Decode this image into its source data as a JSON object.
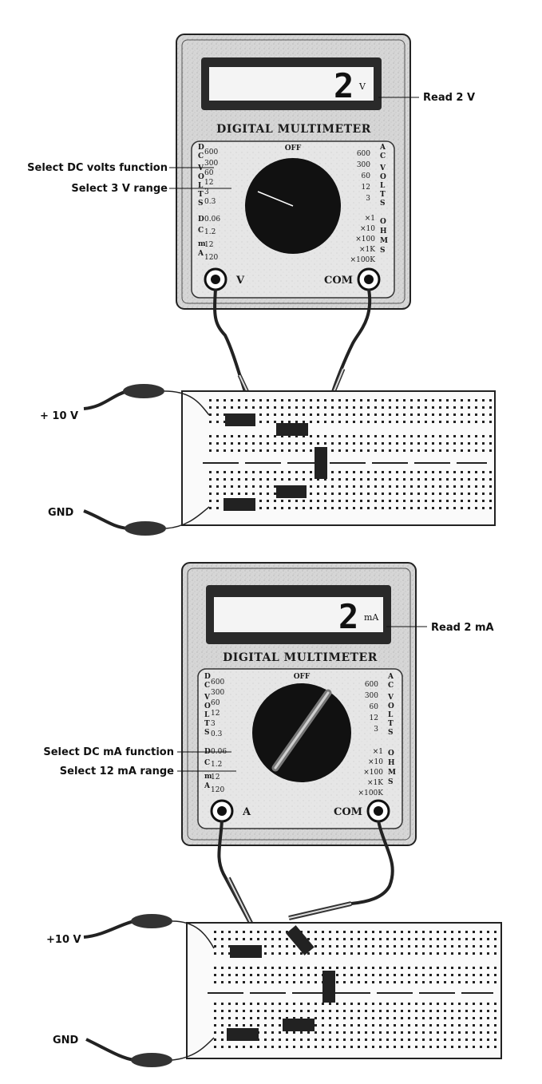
{
  "meter1": {
    "title": "DIGITAL MULTIMETER",
    "display_value": "2",
    "display_unit": "V",
    "off_label": "OFF",
    "dc_volts_word": [
      "D",
      "C",
      "V",
      "O",
      "L",
      "T",
      "S"
    ],
    "dc_volts_ticks": [
      "600",
      "300",
      "60",
      "12",
      "3",
      "0.3"
    ],
    "dc_ma_word": [
      "D",
      "C",
      "m",
      "A"
    ],
    "dc_ma_ticks": [
      "0.06",
      "1.2",
      "12",
      "120"
    ],
    "ac_volts_word": [
      "A",
      "C",
      "V",
      "O",
      "L",
      "T",
      "S"
    ],
    "ac_volts_ticks": [
      "600",
      "300",
      "60",
      "12",
      "3"
    ],
    "ohms_word": [
      "O",
      "H",
      "M",
      "S"
    ],
    "ohms_ticks": [
      "×1",
      "×10",
      "×100",
      "×1K",
      "×100K"
    ],
    "jack_left": "V",
    "jack_right": "COM"
  },
  "meter2": {
    "title": "DIGITAL MULTIMETER",
    "display_value": "2",
    "display_unit": "mA",
    "off_label": "OFF",
    "dc_volts_word": [
      "D",
      "C",
      "V",
      "O",
      "L",
      "T",
      "S"
    ],
    "dc_volts_ticks": [
      "600",
      "300",
      "60",
      "12",
      "3",
      "0.3"
    ],
    "dc_ma_word": [
      "D",
      "C",
      "m",
      "A"
    ],
    "dc_ma_ticks": [
      "0.06",
      "1.2",
      "12",
      "120"
    ],
    "ac_volts_word": [
      "A",
      "C",
      "V",
      "O",
      "L",
      "T",
      "S"
    ],
    "ac_volts_ticks": [
      "600",
      "300",
      "60",
      "12",
      "3"
    ],
    "ohms_word": [
      "O",
      "H",
      "M",
      "S"
    ],
    "ohms_ticks": [
      "×1",
      "×10",
      "×100",
      "×1K",
      "×100K"
    ],
    "jack_left": "A",
    "jack_right": "COM"
  },
  "callouts": {
    "read_1": "Read 2 V",
    "func_1": "Select DC volts function",
    "range_1": "Select 3 V range",
    "plus_1": "+ 10 V",
    "gnd_1": "GND",
    "read_2": "Read 2 mA",
    "func_2": "Select DC mA function",
    "range_2": "Select 12 mA range",
    "plus_2": "+10 V",
    "gnd_2": "GND"
  },
  "colors": {
    "body": "#dcdcdc",
    "panel": "#e9e9e9",
    "dial": "#111111",
    "ink": "#1a1a1a"
  }
}
